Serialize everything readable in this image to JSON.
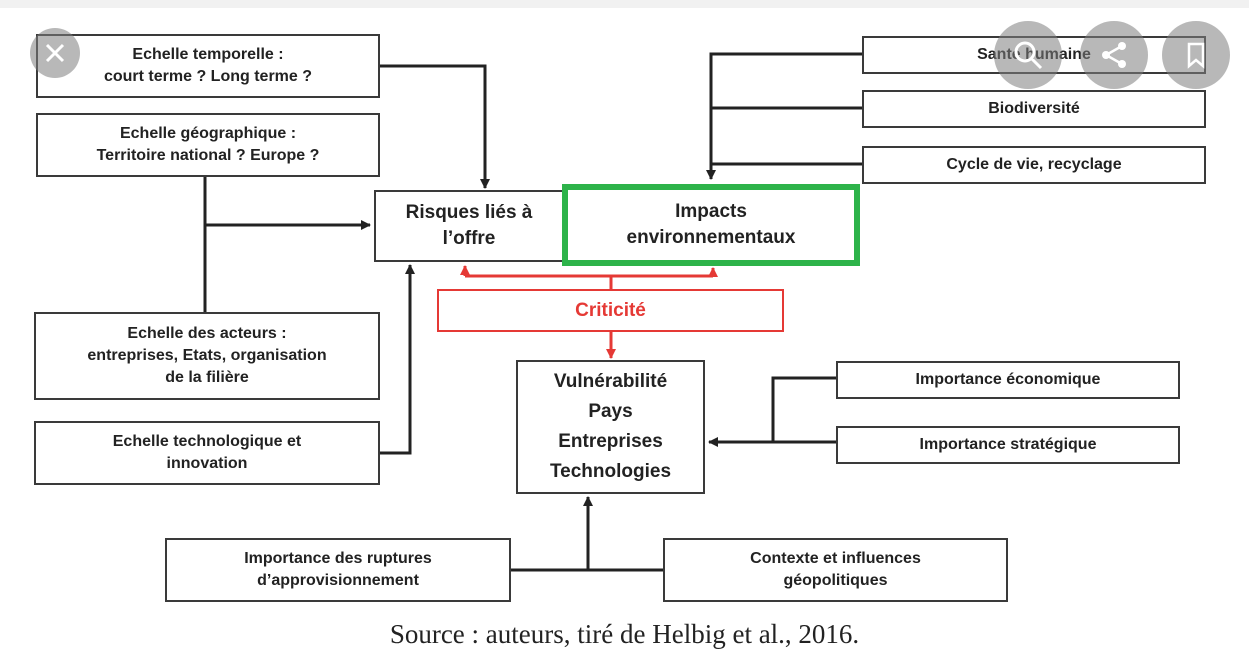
{
  "diagram": {
    "boxes": {
      "temporelle": "Echelle temporelle :\ncourt terme ? Long terme ?",
      "geographique": "Echelle géographique :\nTerritoire national ? Europe ?",
      "risques": "Risques liés à\nl’offre",
      "impacts": "Impacts\nenvironnementaux",
      "sante": "Santé humaine",
      "biodiversite": "Biodiversité",
      "cycle": "Cycle de vie, recyclage",
      "criticite": "Criticité",
      "acteurs": "Echelle des acteurs :\nentreprises, Etats, organisation\nde la filière",
      "technologique": "Echelle technologique et\ninnovation",
      "vulnerabilite": "Vulnérabilité\nPays\nEntreprises\nTechnologies",
      "eco": "Importance économique",
      "strat": "Importance stratégique",
      "ruptures": "Importance des ruptures\nd’approvisionnement",
      "geopol": "Contexte et influences\ngéopolitiques"
    },
    "caption": "Source : auteurs, tiré de Helbig et al., 2016."
  },
  "overlay": {
    "close_icon": "close-icon",
    "search_icon": "search-icon",
    "share_icon": "share-icon",
    "bookmark_icon": "bookmark-icon"
  },
  "colors": {
    "highlight_border": "#2db34a",
    "criticite": "#e53935",
    "lines": "#222222"
  }
}
